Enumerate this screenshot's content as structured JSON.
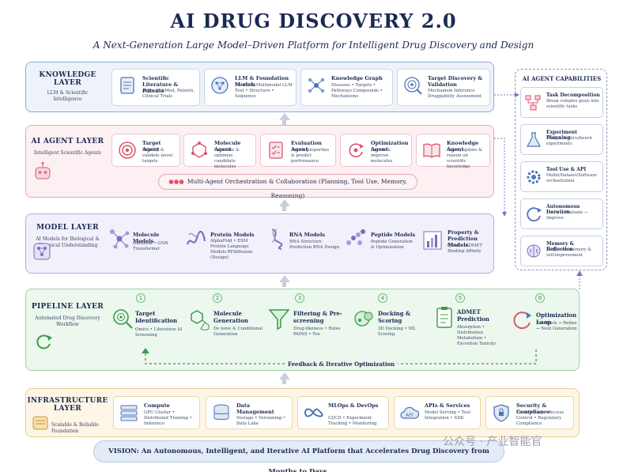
{
  "title": "AI DRUG DISCOVERY 2.0",
  "subtitle": "A Next-Generation Large Model–Driven Platform for Intelligent Drug Discovery and Design",
  "layers": {
    "knowledge": {
      "title_1": "KNOWLEDGE",
      "title_2": "LAYER",
      "sub": "LLM & Scientific Intelligence",
      "color": "#6d8fc9",
      "cards": [
        {
          "title": "Scientific Literature & Patents",
          "desc": "ArXiv, PubMed, Patents, Clinical Trials",
          "icon": "document-icon"
        },
        {
          "title": "LLM & Foundation Models",
          "desc": "Bio-LLM, Multimodal LLM Text • Structure • Sequence",
          "icon": "brain-network-icon"
        },
        {
          "title": "Knowledge Graph",
          "desc": "Diseases • Targets • Pathways Compounds • Mechanisms",
          "icon": "graph-icon"
        },
        {
          "title": "Target Discovery & Validation",
          "desc": "Mechanism Inference Druggability Assessment",
          "icon": "target-search-icon"
        }
      ]
    },
    "agent": {
      "title": "AI AGENT LAYER",
      "sub": "Intelligent Scientific Agents",
      "color": "#e59aa8",
      "orchestration": "Multi-Agent Orchestration & Collaboration (Planning, Tool Use, Memory, Reasoning)",
      "cards": [
        {
          "title": "Target Agent",
          "desc": "Identify & validate novel targets",
          "icon": "bullseye-icon"
        },
        {
          "title": "Molecule Agent",
          "desc": "Generate & optimize candidate molecules",
          "icon": "molecule-icon"
        },
        {
          "title": "Evaluation Agent",
          "desc": "Assess properties & predict performance",
          "icon": "checklist-icon"
        },
        {
          "title": "Optimization Agent",
          "desc": "Iterate & improve molecules",
          "icon": "cycle-icon"
        },
        {
          "title": "Knowledge Agent",
          "desc": "Learn, update & reason on scientific knowledge",
          "icon": "book-icon"
        }
      ]
    },
    "model": {
      "title": "MODEL LAYER",
      "sub": "AI Models for Biological & Chemical Understanding",
      "color": "#a59ad1",
      "cards": [
        {
          "title": "Molecule Models",
          "desc": "Diffusion • GNN Transformer",
          "icon": "molecule-graph-icon"
        },
        {
          "title": "Protein Models",
          "desc": "AlphaFold • ESM Protein Language Models RFdiffusion (Design)",
          "icon": "protein-icon"
        },
        {
          "title": "RNA Models",
          "desc": "RNA Structure Prediction RNA Design",
          "icon": "rna-icon"
        },
        {
          "title": "Peptide Models",
          "desc": "Peptide Generation & Optimization",
          "icon": "peptide-icon"
        },
        {
          "title": "Property & Prediction Models",
          "desc": "QSAR • ADMET Binding Affinity",
          "icon": "bar-chart-icon"
        }
      ]
    },
    "pipeline": {
      "title": "PIPELINE LAYER",
      "sub": "Automated Drug Discovery Workflow",
      "color": "#86c791",
      "feedback": "Feedback & Iterative Optimization",
      "steps": [
        {
          "num": "1",
          "title": "Target Identification",
          "desc": "Omics • Literature AI Screening",
          "icon": "target-magnifier-icon"
        },
        {
          "num": "2",
          "title": "Molecule Generation",
          "desc": "De novo & Conditional Generation",
          "icon": "hexagon-molecule-icon"
        },
        {
          "num": "3",
          "title": "Filtering & Pre-screening",
          "desc": "Drug-likeness • Rules PAINS • Tox",
          "icon": "funnel-icon"
        },
        {
          "num": "4",
          "title": "Docking & Scoring",
          "desc": "3D Docking • ML Scoring",
          "icon": "docking-icon"
        },
        {
          "num": "5",
          "title": "ADMET Prediction",
          "desc": "Absorption • Distribution Metabolism • Excretion Toxicity",
          "icon": "clipboard-icon"
        },
        {
          "num": "6",
          "title": "Optimization Loop",
          "desc": "Feedback → Refine → Next Generation",
          "icon": "loop-icon"
        }
      ]
    },
    "infra": {
      "title_1": "INFRASTRUCTURE",
      "title_2": "LAYER",
      "sub": "Scalable & Reliable Foundation",
      "color": "#e8c27a",
      "cards": [
        {
          "title": "Compute",
          "desc": "GPU Cluster • Distributed Training • Inference",
          "icon": "server-icon"
        },
        {
          "title": "Data Management",
          "desc": "Storage • Versioning • Data Lake",
          "icon": "database-icon"
        },
        {
          "title": "MLOps & DevOps",
          "desc": "CI/CD • Experiment Tracking • Monitoring",
          "icon": "infinity-icon"
        },
        {
          "title": "APIs & Services",
          "desc": "Model Serving • Tool Integration • SDK",
          "icon": "api-cloud-icon"
        },
        {
          "title": "Security & Compliance",
          "desc": "Data Privacy • Access Control • Regulatory Compliance",
          "icon": "shield-icon"
        }
      ]
    }
  },
  "capabilities": {
    "title": "AI AGENT CAPABILITIES",
    "items": [
      {
        "title": "Task Decomposition",
        "desc": "Break complex goals into scientific tasks",
        "icon": "task-tree-icon"
      },
      {
        "title": "Experiment Planning",
        "desc": "Design in silico/bench experiments",
        "icon": "flask-icon"
      },
      {
        "title": "Tool Use & API",
        "desc": "Model/Dataset/Software orchestration",
        "icon": "gear-icon"
      },
      {
        "title": "Autonomous Iteration",
        "desc": "Learn → Evaluate → Improve",
        "icon": "refresh-icon"
      },
      {
        "title": "Memory & Reflection",
        "desc": "Long-term memory & self-improvement",
        "icon": "brain-icon"
      }
    ]
  },
  "vision": "VISION: An Autonomous, Intelligent, and Iterative AI Platform that Accelerates Drug Discovery from Months to Days.",
  "watermark": "公众号 · 产业智能官"
}
